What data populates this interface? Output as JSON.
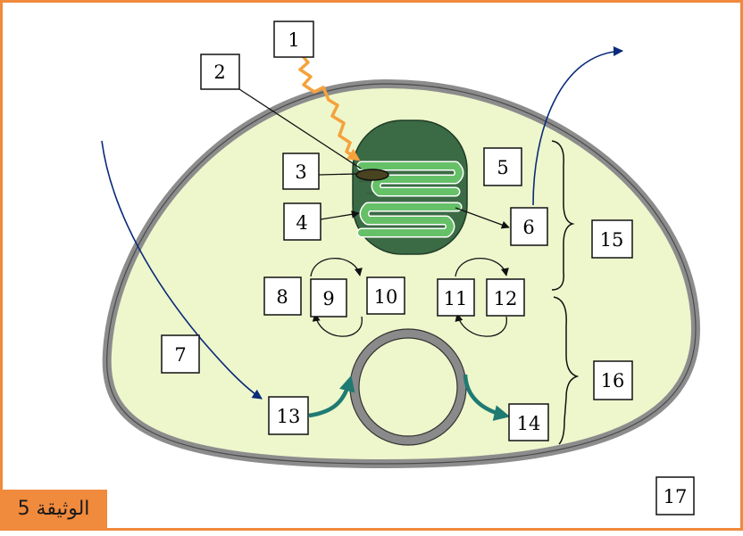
{
  "document_label": "الوثيقة 5",
  "colors": {
    "frame": "#f08a3c",
    "cytoplasm": "#eef6cc",
    "cell_wall": "#8c8c8c",
    "chloroplast_dark": "#3b6b45",
    "thylakoid": "#66c068",
    "vacuole_ring": "#8a8a8a",
    "light_arrow": "#f5a23c",
    "transport_arrow": "#1f7a72",
    "path_arrow": "#0a2a7a"
  },
  "icons": [
    "light-ray-icon",
    "curved-arrow-icon",
    "brace-icon"
  ],
  "labels": [
    "1",
    "2",
    "3",
    "4",
    "5",
    "6",
    "7",
    "8",
    "9",
    "10",
    "11",
    "12",
    "13",
    "14",
    "15",
    "16",
    "17"
  ]
}
